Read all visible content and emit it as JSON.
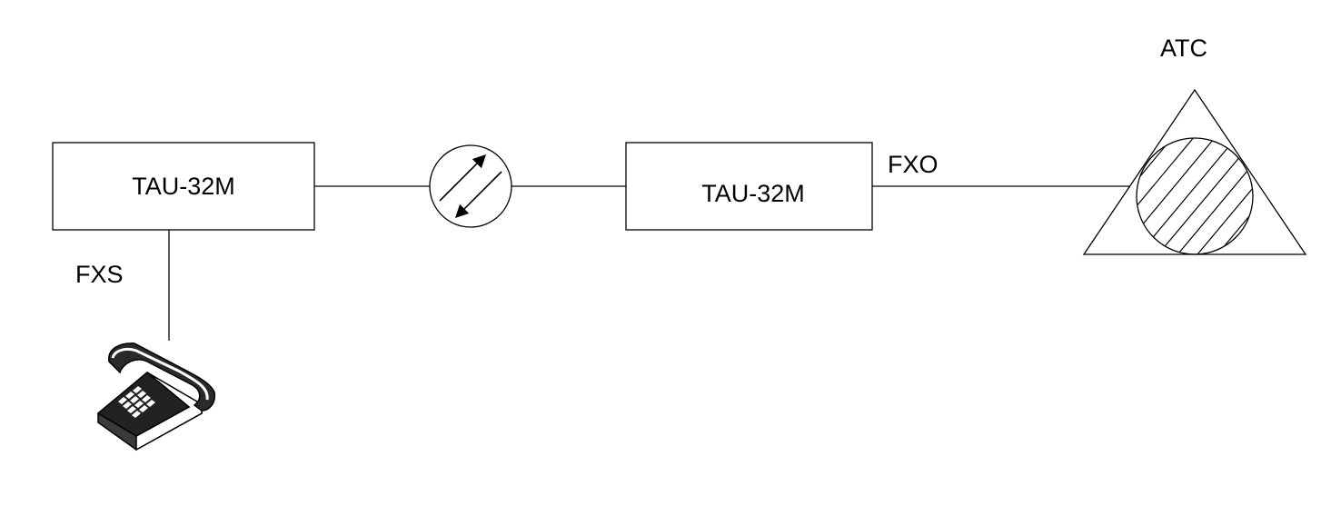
{
  "diagram": {
    "left_device": {
      "label": "TAU-32M"
    },
    "right_device": {
      "label": "TAU-32M"
    },
    "port_fxs": {
      "label": "FXS"
    },
    "port_fxo": {
      "label": "FXO"
    },
    "exchange": {
      "label": "ATC",
      "icon": "exchange-triangle-icon"
    },
    "network": {
      "icon": "bidirectional-link-icon"
    },
    "phone": {
      "icon": "telephone-icon"
    }
  }
}
